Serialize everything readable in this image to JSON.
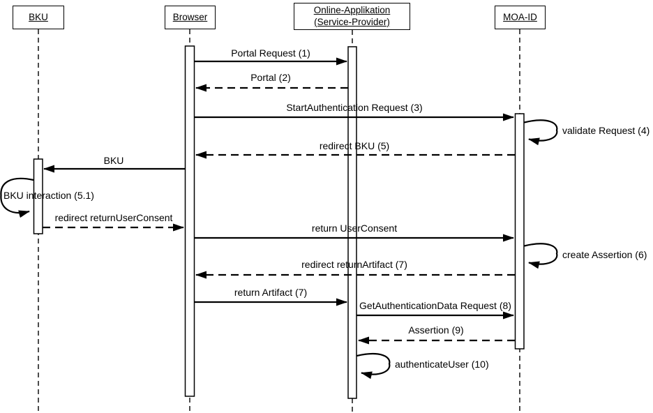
{
  "diagram": {
    "type": "uml-sequence-diagram",
    "colors": {
      "line": "#000000",
      "background": "#ffffff",
      "box_fill": "#ffffff",
      "text": "#000000"
    },
    "participants": [
      {
        "id": "bku",
        "label": "BKU"
      },
      {
        "id": "browser",
        "label": "Browser"
      },
      {
        "id": "online-app",
        "label": "Online-Applikation (Service-Provider)"
      },
      {
        "id": "moa-id",
        "label": "MOA-ID"
      }
    ],
    "messages": [
      {
        "label": "Portal Request (1)",
        "from": "Browser",
        "to": "Online-Applikation (Service-Provider)",
        "line": "solid"
      },
      {
        "label": "Portal (2)",
        "from": "Online-Applikation (Service-Provider)",
        "to": "Browser",
        "line": "dashed"
      },
      {
        "label": "StartAuthentication Request (3)",
        "from": "Browser",
        "to": "MOA-ID",
        "line": "solid"
      },
      {
        "label": "validate Request (4)",
        "from": "MOA-ID",
        "to": "MOA-ID",
        "line": "self-loop"
      },
      {
        "label": "redirect BKU (5)",
        "from": "MOA-ID",
        "to": "Browser",
        "line": "dashed"
      },
      {
        "label": "BKU",
        "from": "Browser",
        "to": "BKU",
        "line": "solid"
      },
      {
        "label": "BKU interaction (5.1)",
        "from": "BKU",
        "to": "BKU",
        "line": "self-loop"
      },
      {
        "label": "redirect returnUserConsent",
        "from": "BKU",
        "to": "Browser",
        "line": "dashed"
      },
      {
        "label": "return UserConsent",
        "from": "Browser",
        "to": "MOA-ID",
        "line": "solid"
      },
      {
        "label": "create Assertion (6)",
        "from": "MOA-ID",
        "to": "MOA-ID",
        "line": "self-loop"
      },
      {
        "label": "redirect returnArtifact (7)",
        "from": "MOA-ID",
        "to": "Browser",
        "line": "dashed"
      },
      {
        "label": "return Artifact (7)",
        "from": "Browser",
        "to": "Online-Applikation (Service-Provider)",
        "line": "solid"
      },
      {
        "label": "GetAuthenticationData Request (8)",
        "from": "Online-Applikation (Service-Provider)",
        "to": "MOA-ID",
        "line": "solid"
      },
      {
        "label": "Assertion (9)",
        "from": "MOA-ID",
        "to": "Online-Applikation (Service-Provider)",
        "line": "dashed"
      },
      {
        "label": "authenticateUser (10)",
        "from": "Online-Applikation (Service-Provider)",
        "to": "Online-Applikation (Service-Provider)",
        "line": "self-loop"
      }
    ]
  }
}
